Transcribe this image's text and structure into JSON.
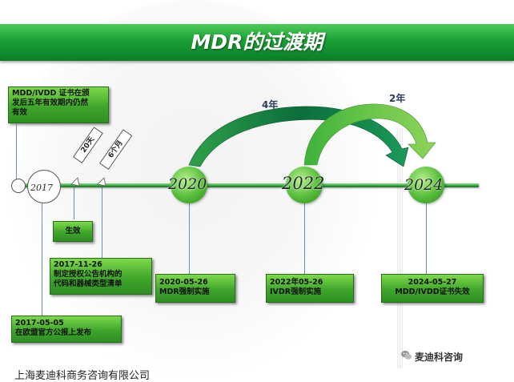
{
  "title": "MDR的过渡期",
  "timeline_years": [
    {
      "id": "2017",
      "label": "2017"
    },
    {
      "id": "2020",
      "label": "2020"
    },
    {
      "id": "2022",
      "label": "2022"
    },
    {
      "id": "2024",
      "label": "2024"
    }
  ],
  "arrows": {
    "four_years": "4年",
    "two_years": "2年"
  },
  "tags": {
    "twenty_days": "20天",
    "six_months": "6个月"
  },
  "boxes": {
    "validity_note": {
      "lines": [
        "MDD/IVDD 证书在颁",
        "发后五年有效期内仍然",
        "有效"
      ]
    },
    "effective": {
      "text": "生效"
    },
    "nov_2017": {
      "date": "2017-11-26",
      "lines": [
        "制定授权公告机构的",
        "代码和器械类型清单"
      ]
    },
    "may_2017": {
      "date": "2017-05-05",
      "text": "在欧盟官方公报上发布"
    },
    "may_2020": {
      "date": "2020-05-26",
      "text": "MDR强制实施"
    },
    "may_2022": {
      "date": "2022年05-26",
      "text": "IVDR强制实施"
    },
    "may_2024": {
      "date": "2024-05-27",
      "text": "MDD/IVDD证书失效"
    }
  },
  "footer": "上海麦迪科商务咨询有限公司",
  "brand": "麦迪科咨询",
  "colors": {
    "title_bar": "#1aa035",
    "box_fill": "#3fa62c",
    "arrow_dark": "#0f7a3a",
    "arrow_light": "#6cc24a",
    "timeline": "#2e9e3a"
  }
}
